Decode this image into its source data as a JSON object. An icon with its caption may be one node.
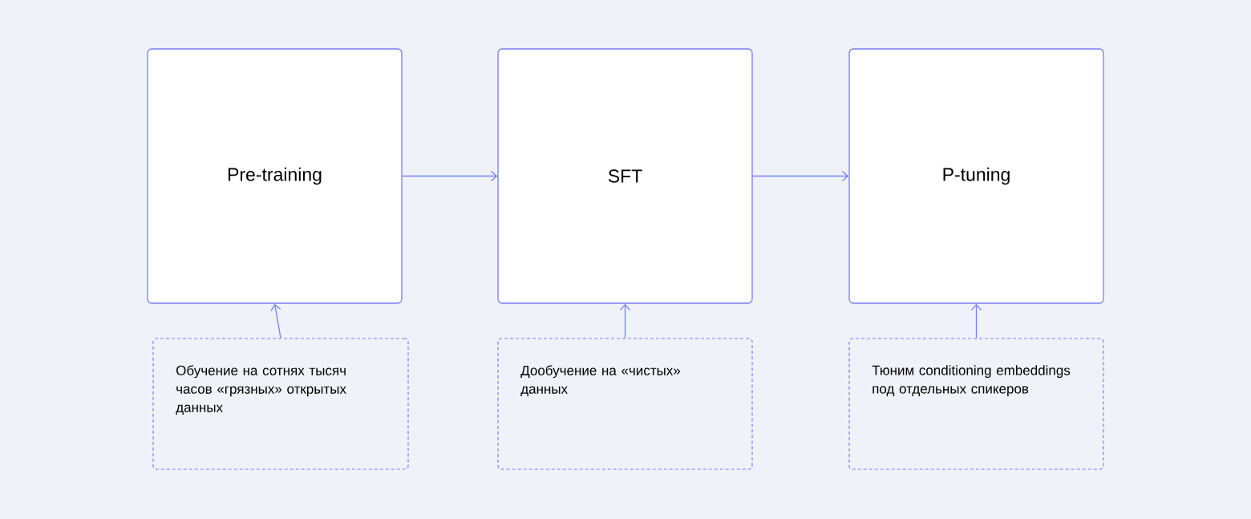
{
  "diagram": {
    "nodes": [
      {
        "text": [
          "Pre-training"
        ]
      },
      {
        "text": [
          "SFT"
        ]
      },
      {
        "text": [
          "P-tuning"
        ]
      },
      {
        "text": [
          "Обучение на сотнях тысяч часов «грязных» открытых данных"
        ]
      },
      {
        "text": [
          "Дообучение на «чистых» данных"
        ]
      },
      {
        "text": [
          "Тюним conditioning embeddings под отдельных спикеров"
        ]
      }
    ],
    "edges": [
      {
        "from": 0,
        "to": 1,
        "arrow": "to"
      },
      {
        "from": 1,
        "to": 2,
        "arrow": "to"
      },
      {
        "from": 3,
        "to": 0,
        "arrow": "to"
      },
      {
        "from": 4,
        "to": 1,
        "arrow": "to"
      },
      {
        "from": 5,
        "to": 2,
        "arrow": "to"
      }
    ]
  }
}
